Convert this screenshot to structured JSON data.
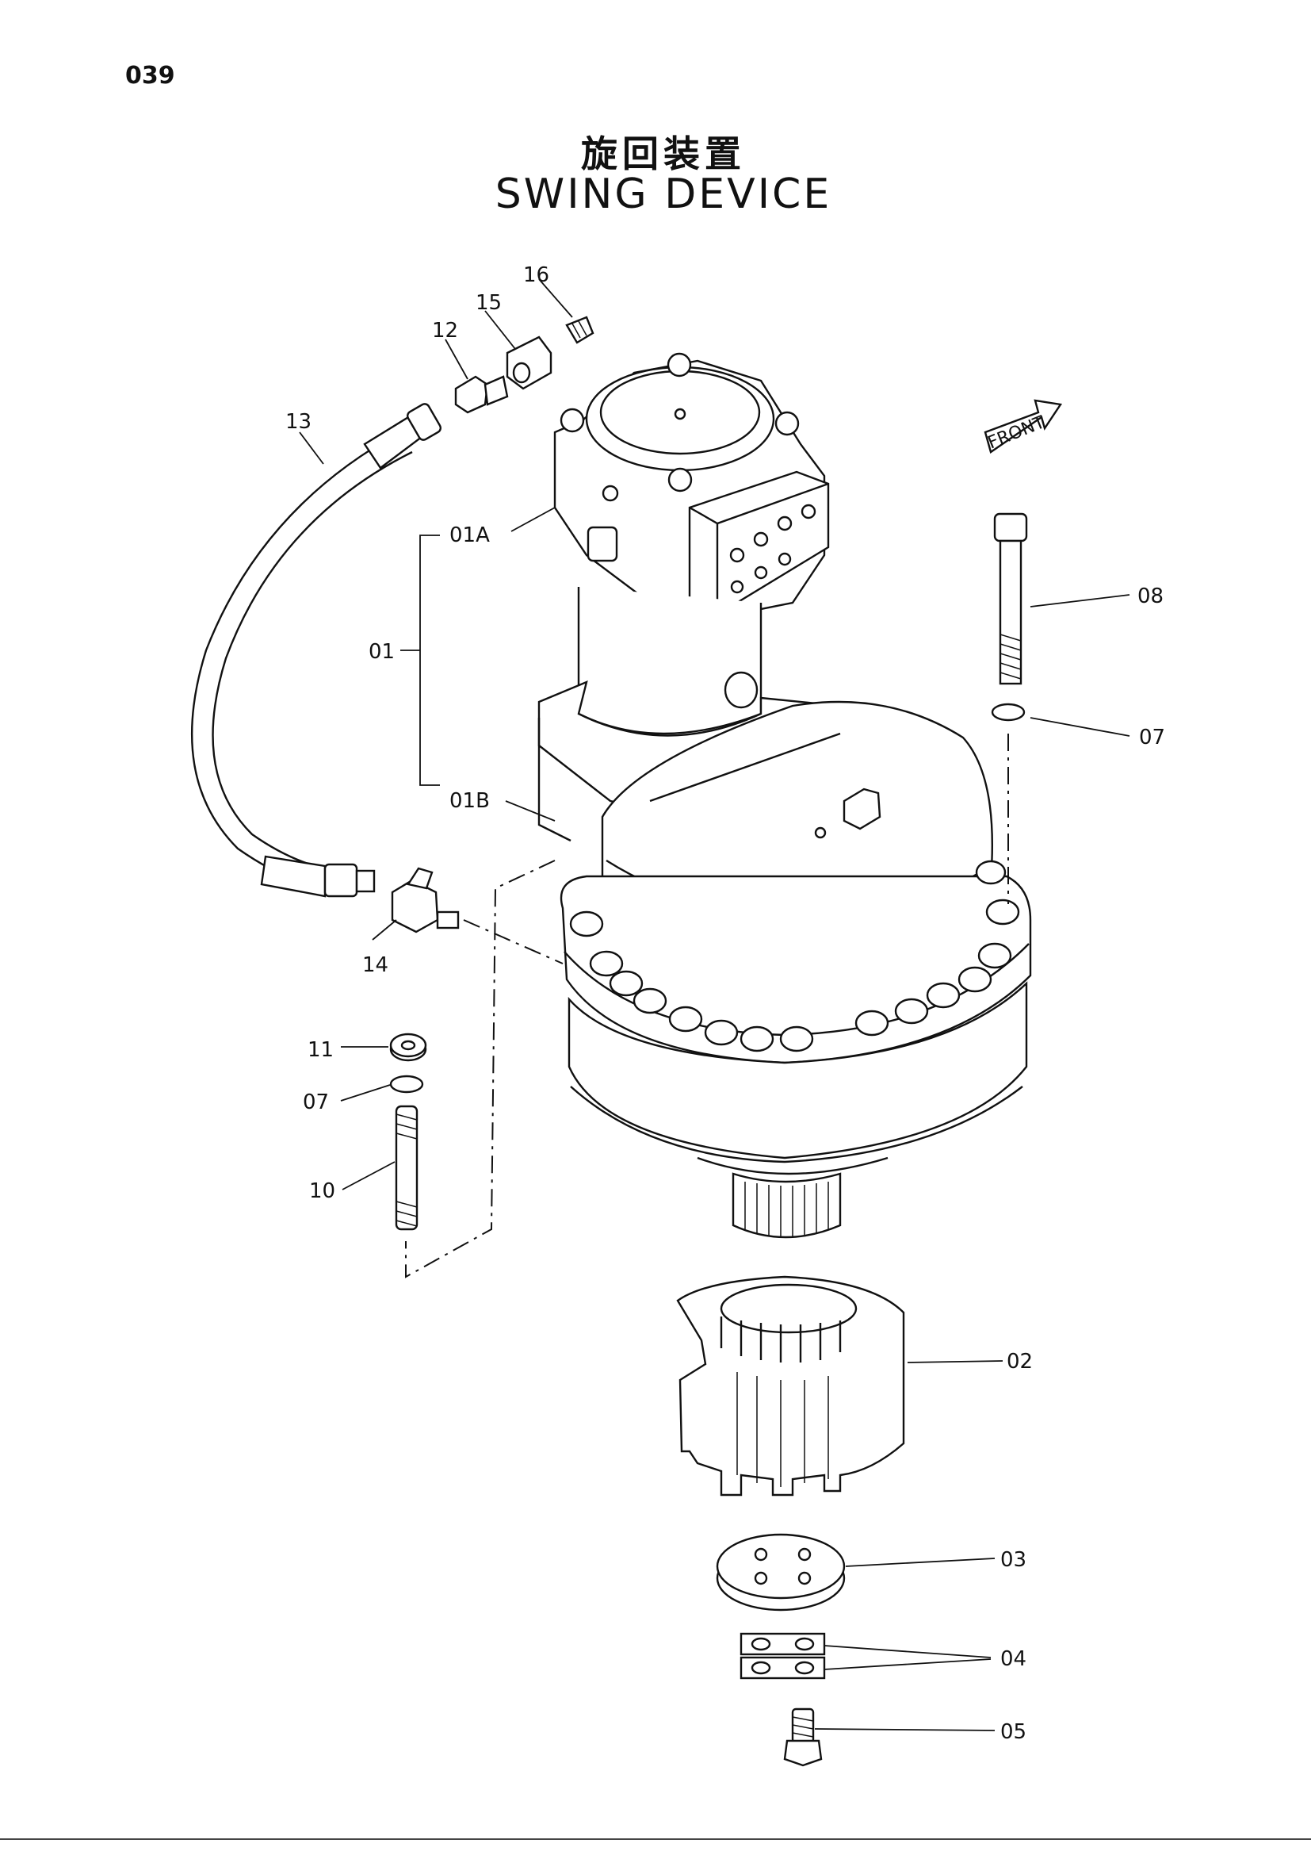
{
  "page_number": "039",
  "title_jp": "旋回装置",
  "title_en": "SWING DEVICE",
  "front_label": "FRONT",
  "callouts": {
    "c16": "16",
    "c15": "15",
    "c12": "12",
    "c13": "13",
    "c01A": "01A",
    "c01": "01",
    "c01B": "01B",
    "c14": "14",
    "c08": "08",
    "c07a": "07",
    "c11": "11",
    "c07b": "07",
    "c10": "10",
    "c02": "02",
    "c03": "03",
    "c04": "04",
    "c05": "05"
  }
}
